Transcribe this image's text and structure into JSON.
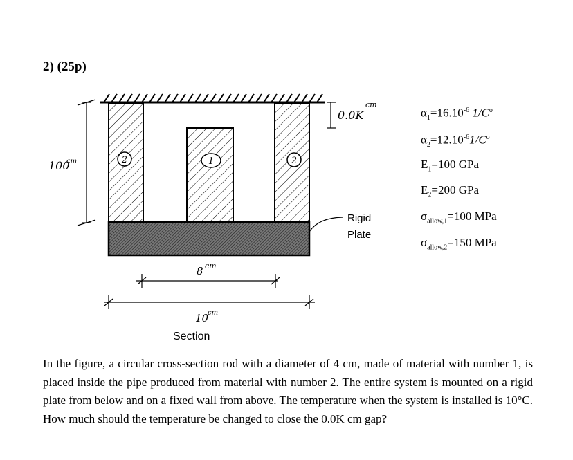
{
  "header": {
    "problem_number": "2) (25p)"
  },
  "figure": {
    "gap_label": "0.0K",
    "gap_unit": "cm",
    "height_label": "100",
    "height_unit": "cm",
    "rod_label": "1",
    "pipe_label_left": "2",
    "pipe_label_right": "2",
    "plate_label_line1": "Rigid",
    "plate_label_line2": "Plate",
    "inner_dim_label": "8",
    "inner_dim_unit": "cm",
    "outer_dim_label": "10",
    "outer_dim_unit": "cm",
    "section_label": "Section"
  },
  "properties": {
    "alpha1": {
      "symbol": "α",
      "sub": "1",
      "eq": "=16.10",
      "exp": "-6",
      "unit": "1/C",
      "unit_sup": "o"
    },
    "alpha2": {
      "symbol": "α",
      "sub": "2",
      "eq": "=12.10",
      "exp": "-6",
      "unit": "1/C",
      "unit_sup": "o"
    },
    "E1": {
      "symbol": "E",
      "sub": "1",
      "eq": "=100 GPa"
    },
    "E2": {
      "symbol": "E",
      "sub": "2",
      "eq": "=200 GPa"
    },
    "sigma1": {
      "symbol": "σ",
      "sub": "allow,1",
      "eq": "=100 MPa"
    },
    "sigma2": {
      "symbol": "σ",
      "sub": "allow,2",
      "eq": "=150 MPa"
    }
  },
  "problem_text": "In the figure, a circular cross-section rod with a diameter of 4 cm, made of material with number 1, is placed inside the pipe produced from material with number 2. The entire system is mounted on a rigid plate from below and on a fixed wall from above. The temperature when the system is installed is 10°C. How much should the temperature be changed to close the 0.0K cm gap?"
}
